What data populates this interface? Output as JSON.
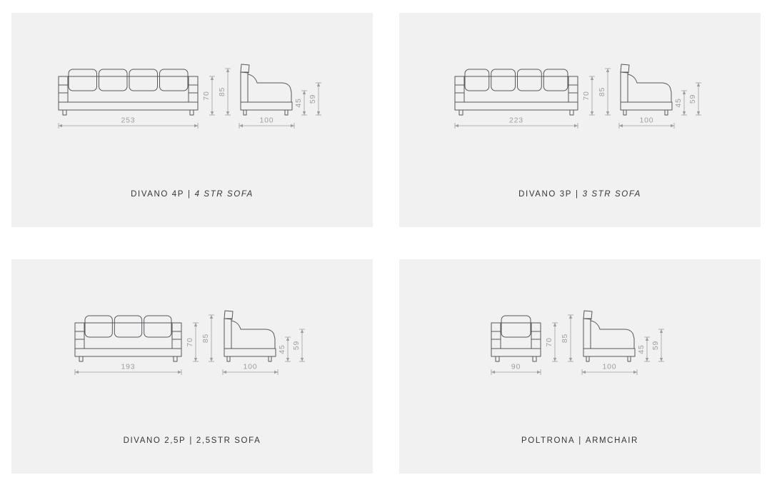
{
  "page": {
    "background": "#ffffff",
    "panel_background": "#f1f1f2"
  },
  "colors": {
    "sofa_line": "#54585b",
    "dimension": "#9a9ea1",
    "caption": "#33373a"
  },
  "panels": [
    {
      "caption_main": "DIVANO 4P",
      "caption_separator": "|",
      "caption_sub": "4 STR SOFA",
      "caption_sub_italic": true,
      "front": {
        "width": "253",
        "cushions": 4,
        "height_arm": "70",
        "height_total": "85"
      },
      "side": {
        "width": "100",
        "height_seat": "45",
        "height_arm": "59"
      }
    },
    {
      "caption_main": "DIVANO 3P",
      "caption_separator": "|",
      "caption_sub": "3 STR SOFA",
      "caption_sub_italic": true,
      "front": {
        "width": "223",
        "cushions": 4,
        "height_arm": "70",
        "height_total": "85"
      },
      "side": {
        "width": "100",
        "height_seat": "45",
        "height_arm": "59"
      }
    },
    {
      "caption_main": "DIVANO 2,5P",
      "caption_separator": "|",
      "caption_sub": "2,5STR SOFA",
      "caption_sub_italic": false,
      "front": {
        "width": "193",
        "cushions": 3,
        "height_arm": "70",
        "height_total": "85"
      },
      "side": {
        "width": "100",
        "height_seat": "45",
        "height_arm": "59"
      }
    },
    {
      "caption_main": "POLTRONA",
      "caption_separator": "|",
      "caption_sub": "ARMCHAIR",
      "caption_sub_italic": false,
      "front": {
        "width": "90",
        "cushions": 1,
        "height_arm": "70",
        "height_total": "85"
      },
      "side": {
        "width": "100",
        "height_seat": "45",
        "height_arm": "59"
      }
    }
  ]
}
